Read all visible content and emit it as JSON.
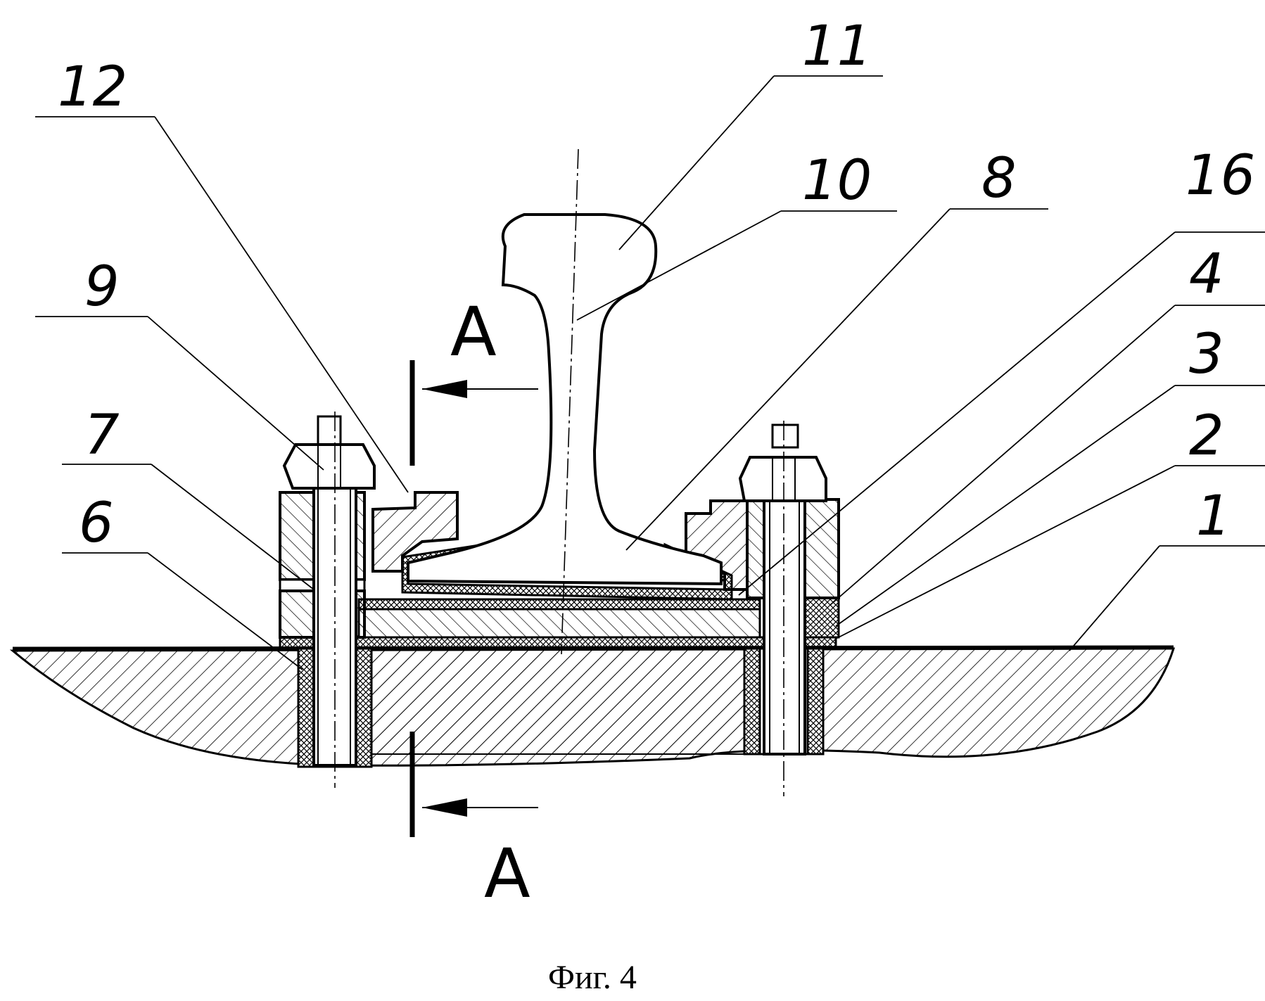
{
  "figure": {
    "caption": "Фиг. 4",
    "callouts": [
      "12",
      "11",
      "10",
      "8",
      "16",
      "9",
      "4",
      "3",
      "7",
      "2",
      "6",
      "1"
    ],
    "section_labels": [
      "A",
      "A"
    ]
  }
}
